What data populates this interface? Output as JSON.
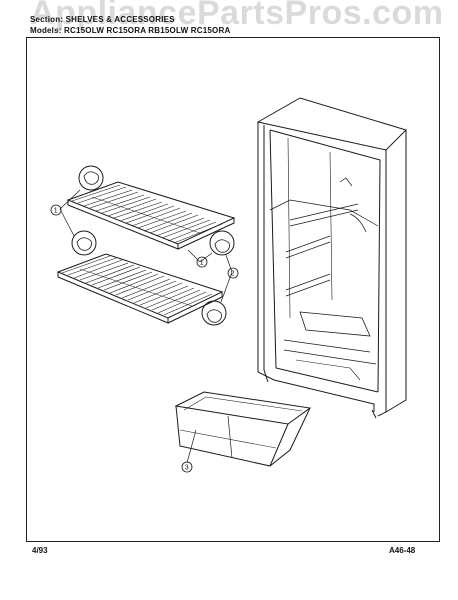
{
  "header": {
    "section": "Section: SHELVES & ACCESSORIES",
    "models": "Models: RC15OLW RC15ORA RB15OLW RC15ORA"
  },
  "watermark": "AppliancePartsPros.com",
  "callouts": [
    "1",
    "1",
    "2",
    "3"
  ],
  "footer": {
    "date": "4/93",
    "page": "A46-48"
  },
  "colors": {
    "line": "#1a1a1a",
    "paper": "#ffffff",
    "watermark": "#969696"
  }
}
